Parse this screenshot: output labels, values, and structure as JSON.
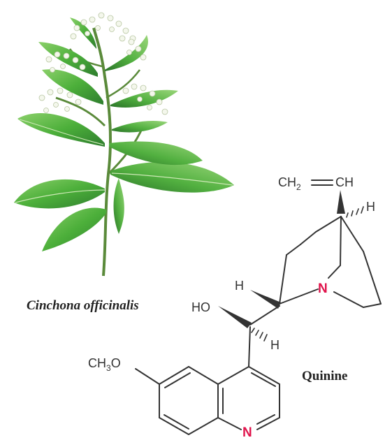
{
  "plant": {
    "species_name": "Cinchona officinalis"
  },
  "molecule": {
    "name": "Quinine",
    "atoms": {
      "vinyl_ch2": "CH",
      "vinyl_sub": "2",
      "vinyl_ch": "CH",
      "hydroxyl": "HO",
      "methoxy_ch": "CH",
      "methoxy_sub": "3",
      "methoxy_o": "O",
      "h_top": "H",
      "h_left": "H",
      "h_carbinol": "H",
      "n_bridge": "N",
      "n_ring": "N"
    }
  },
  "colors": {
    "leaf_dark": "#2e7d2e",
    "leaf_mid": "#4caf3a",
    "leaf_light": "#8bd06a",
    "flower": "#f4f7ec",
    "bond": "#333333",
    "nitrogen": "#e0144c"
  }
}
